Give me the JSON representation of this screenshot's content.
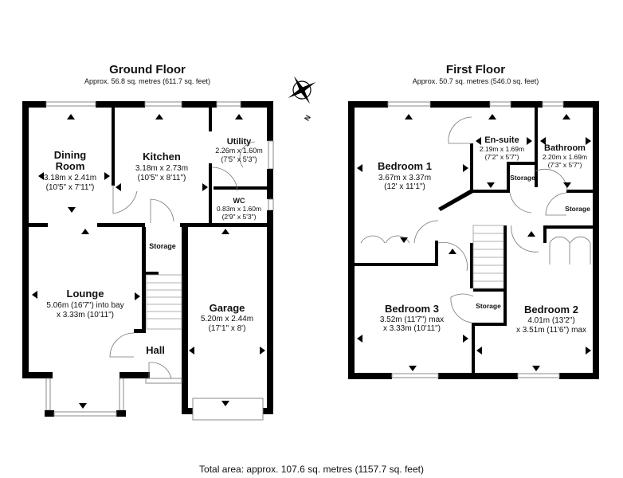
{
  "ground_floor": {
    "title": "Ground Floor",
    "area": "Approx. 56.8 sq. metres (611.7 sq. feet)",
    "rooms": {
      "dining": {
        "name_1": "Dining",
        "name_2": "Room",
        "metric": "3.18m x 2.41m",
        "imperial": "(10'5\" x 7'11\")"
      },
      "kitchen": {
        "name": "Kitchen",
        "metric": "3.18m x 2.73m",
        "imperial": "(10'5\" x 8'11\")"
      },
      "utility": {
        "name": "Utility",
        "metric": "2.26m x 1.60m",
        "imperial": "(7'5\" x 5'3\")"
      },
      "wc": {
        "name": "WC",
        "metric": "0.83m x 1.60m",
        "imperial": "(2'9\" x 5'3\")"
      },
      "storage": {
        "name": "Storage"
      },
      "lounge": {
        "name": "Lounge",
        "line_1": "5.06m (16'7\") into bay",
        "line_2": "x 3.33m (10'11\")"
      },
      "hall": {
        "name": "Hall"
      },
      "garage": {
        "name": "Garage",
        "metric": "5.20m x 2.44m",
        "imperial": "(17'1\" x 8')"
      }
    }
  },
  "first_floor": {
    "title": "First Floor",
    "area": "Approx. 50.7 sq. metres (546.0 sq. feet)",
    "rooms": {
      "bedroom1": {
        "name": "Bedroom 1",
        "metric": "3.67m x 3.37m",
        "imperial": "(12' x 11'1\")"
      },
      "ensuite": {
        "name": "En-suite",
        "metric": "2.19m x 1.69m",
        "imperial": "(7'2\" x 5'7\")"
      },
      "bathroom": {
        "name": "Bathroom",
        "metric": "2.20m x 1.69m",
        "imperial": "(7'3\" x 5'7\")"
      },
      "storage_a": {
        "name": "Storage"
      },
      "storage_b": {
        "name": "Storage"
      },
      "storage_c": {
        "name": "Storage"
      },
      "bedroom3": {
        "name": "Bedroom 3",
        "line_1": "3.52m (11'7\") max",
        "line_2": "x 3.33m (10'11\")"
      },
      "bedroom2": {
        "name": "Bedroom 2",
        "line_1": "4.01m (13'2\")",
        "line_2": "x 3.51m (11'6\") max"
      }
    }
  },
  "compass": {
    "label": "N"
  },
  "total_area": "Total area: approx. 107.6 sq. metres (1157.7 sq. feet)"
}
